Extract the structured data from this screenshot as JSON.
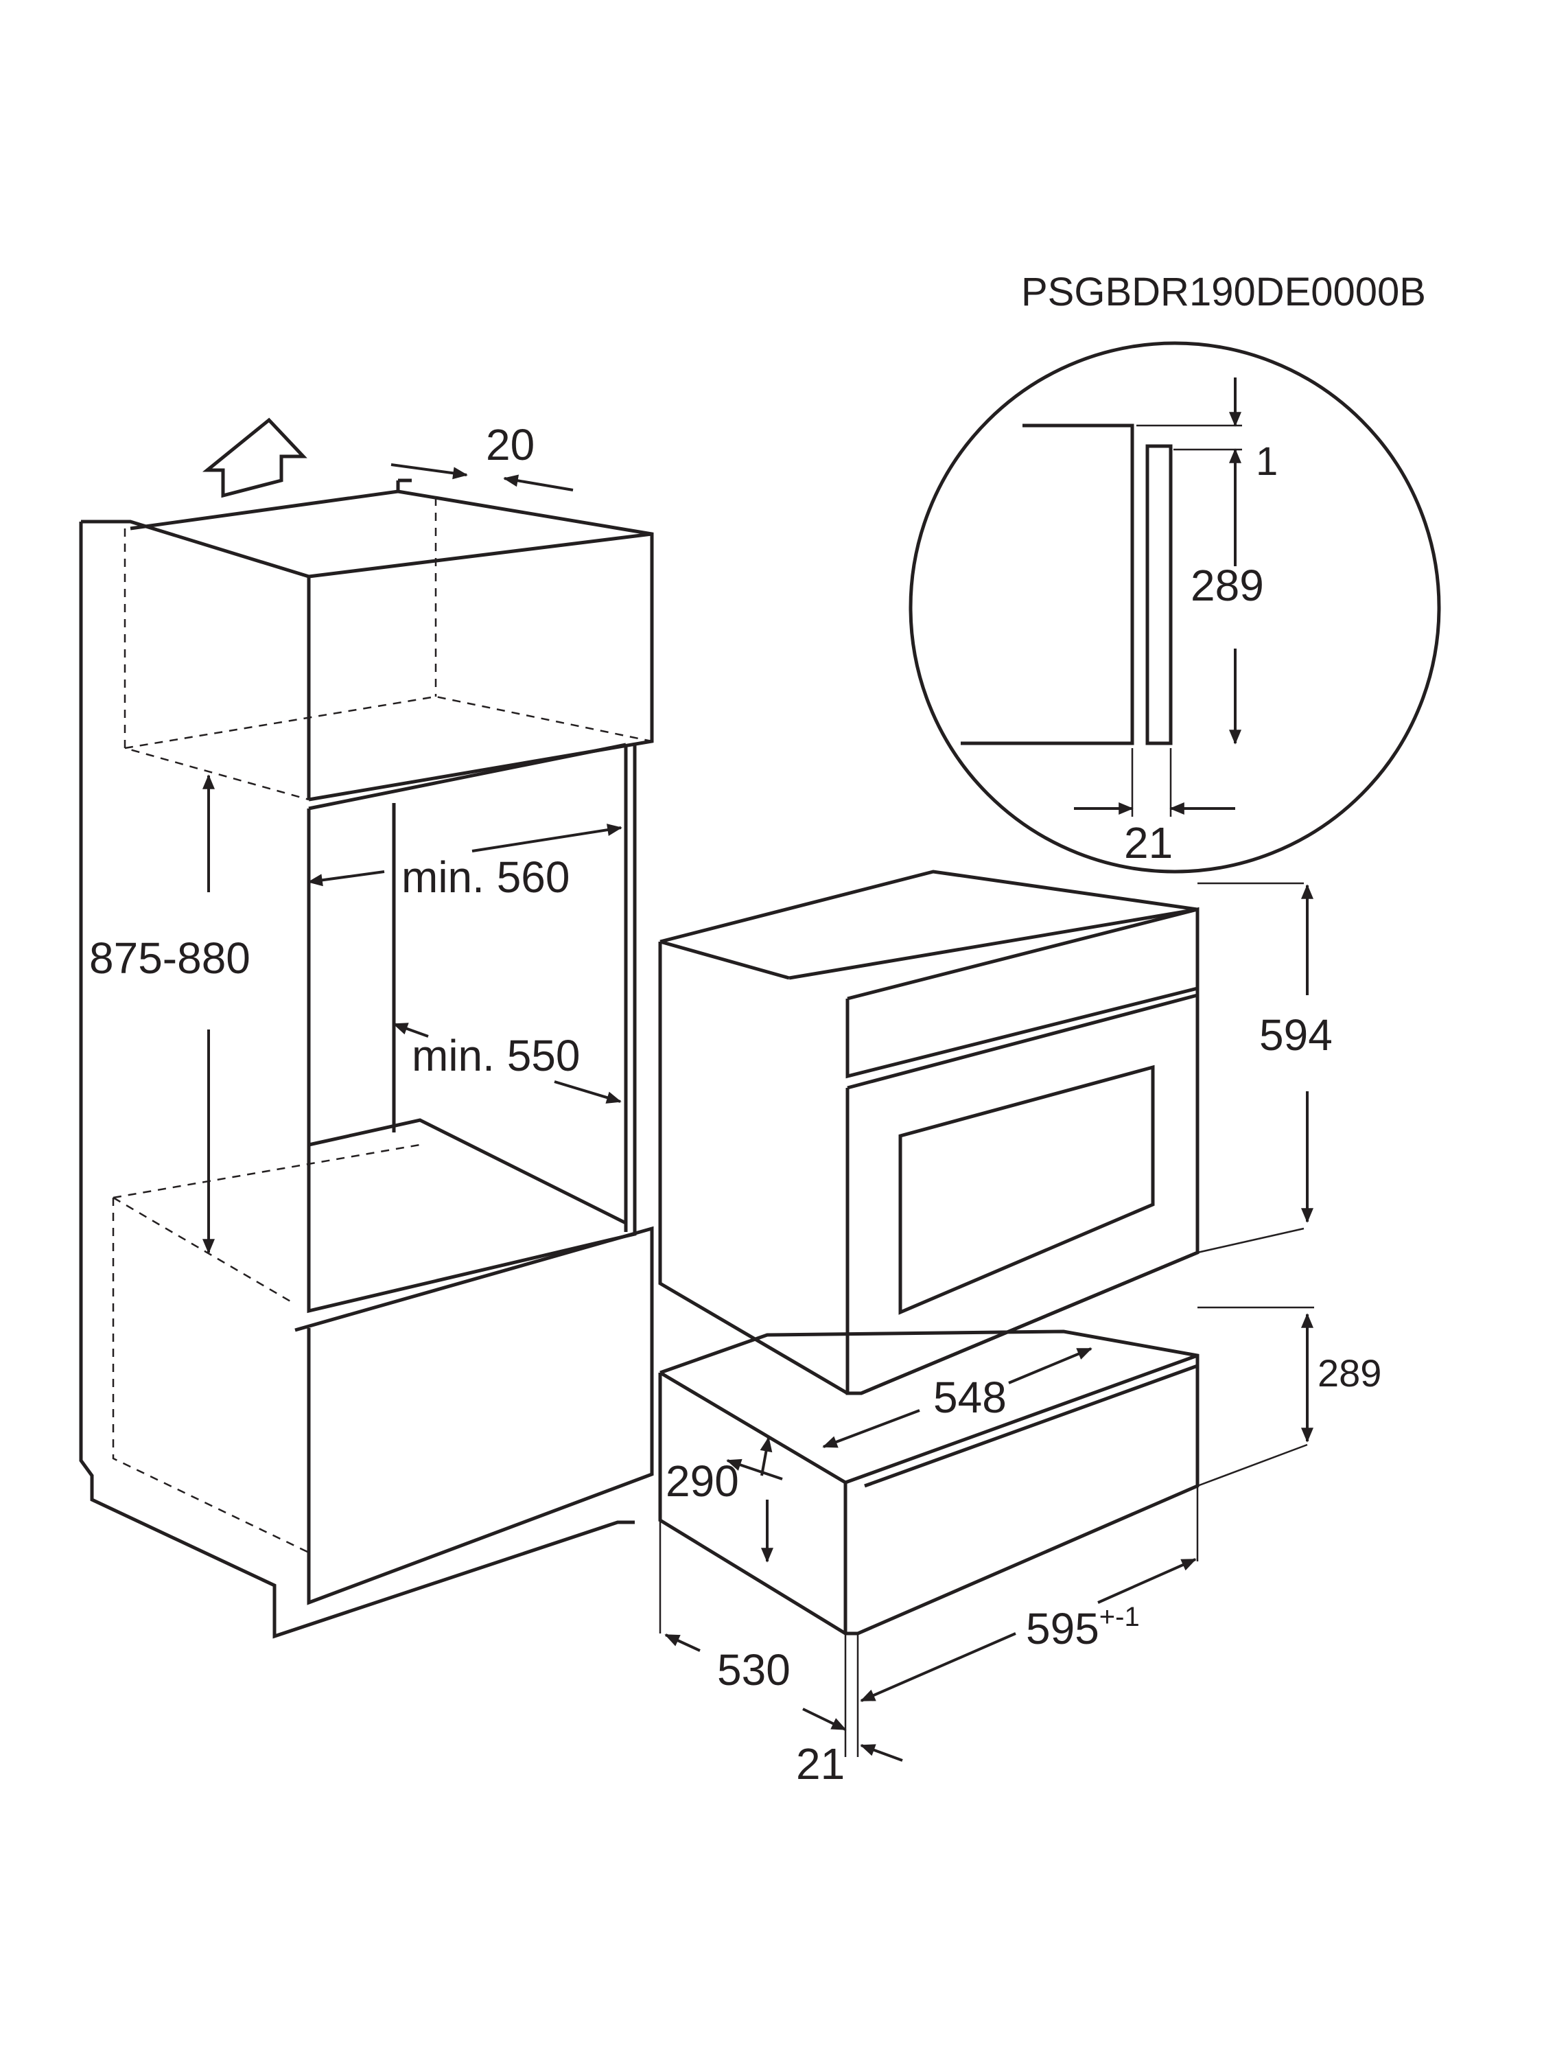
{
  "model_code": "PSGBDR190DE0000B",
  "dimensions": {
    "niche_depth_top": "20",
    "niche_height": "875-880",
    "niche_width": "min. 560",
    "niche_depth": "min. 550",
    "detail_gap": "1",
    "detail_height": "289",
    "detail_front": "21",
    "oven_height": "594",
    "drawer_visible_height": "289",
    "drawer_depth": "548",
    "drawer_height": "290",
    "overall_width_main": "595",
    "overall_width_tol": "+-1",
    "overall_depth": "530",
    "front_thickness": "21"
  },
  "colors": {
    "line": "#231f20",
    "background": "#ffffff"
  }
}
